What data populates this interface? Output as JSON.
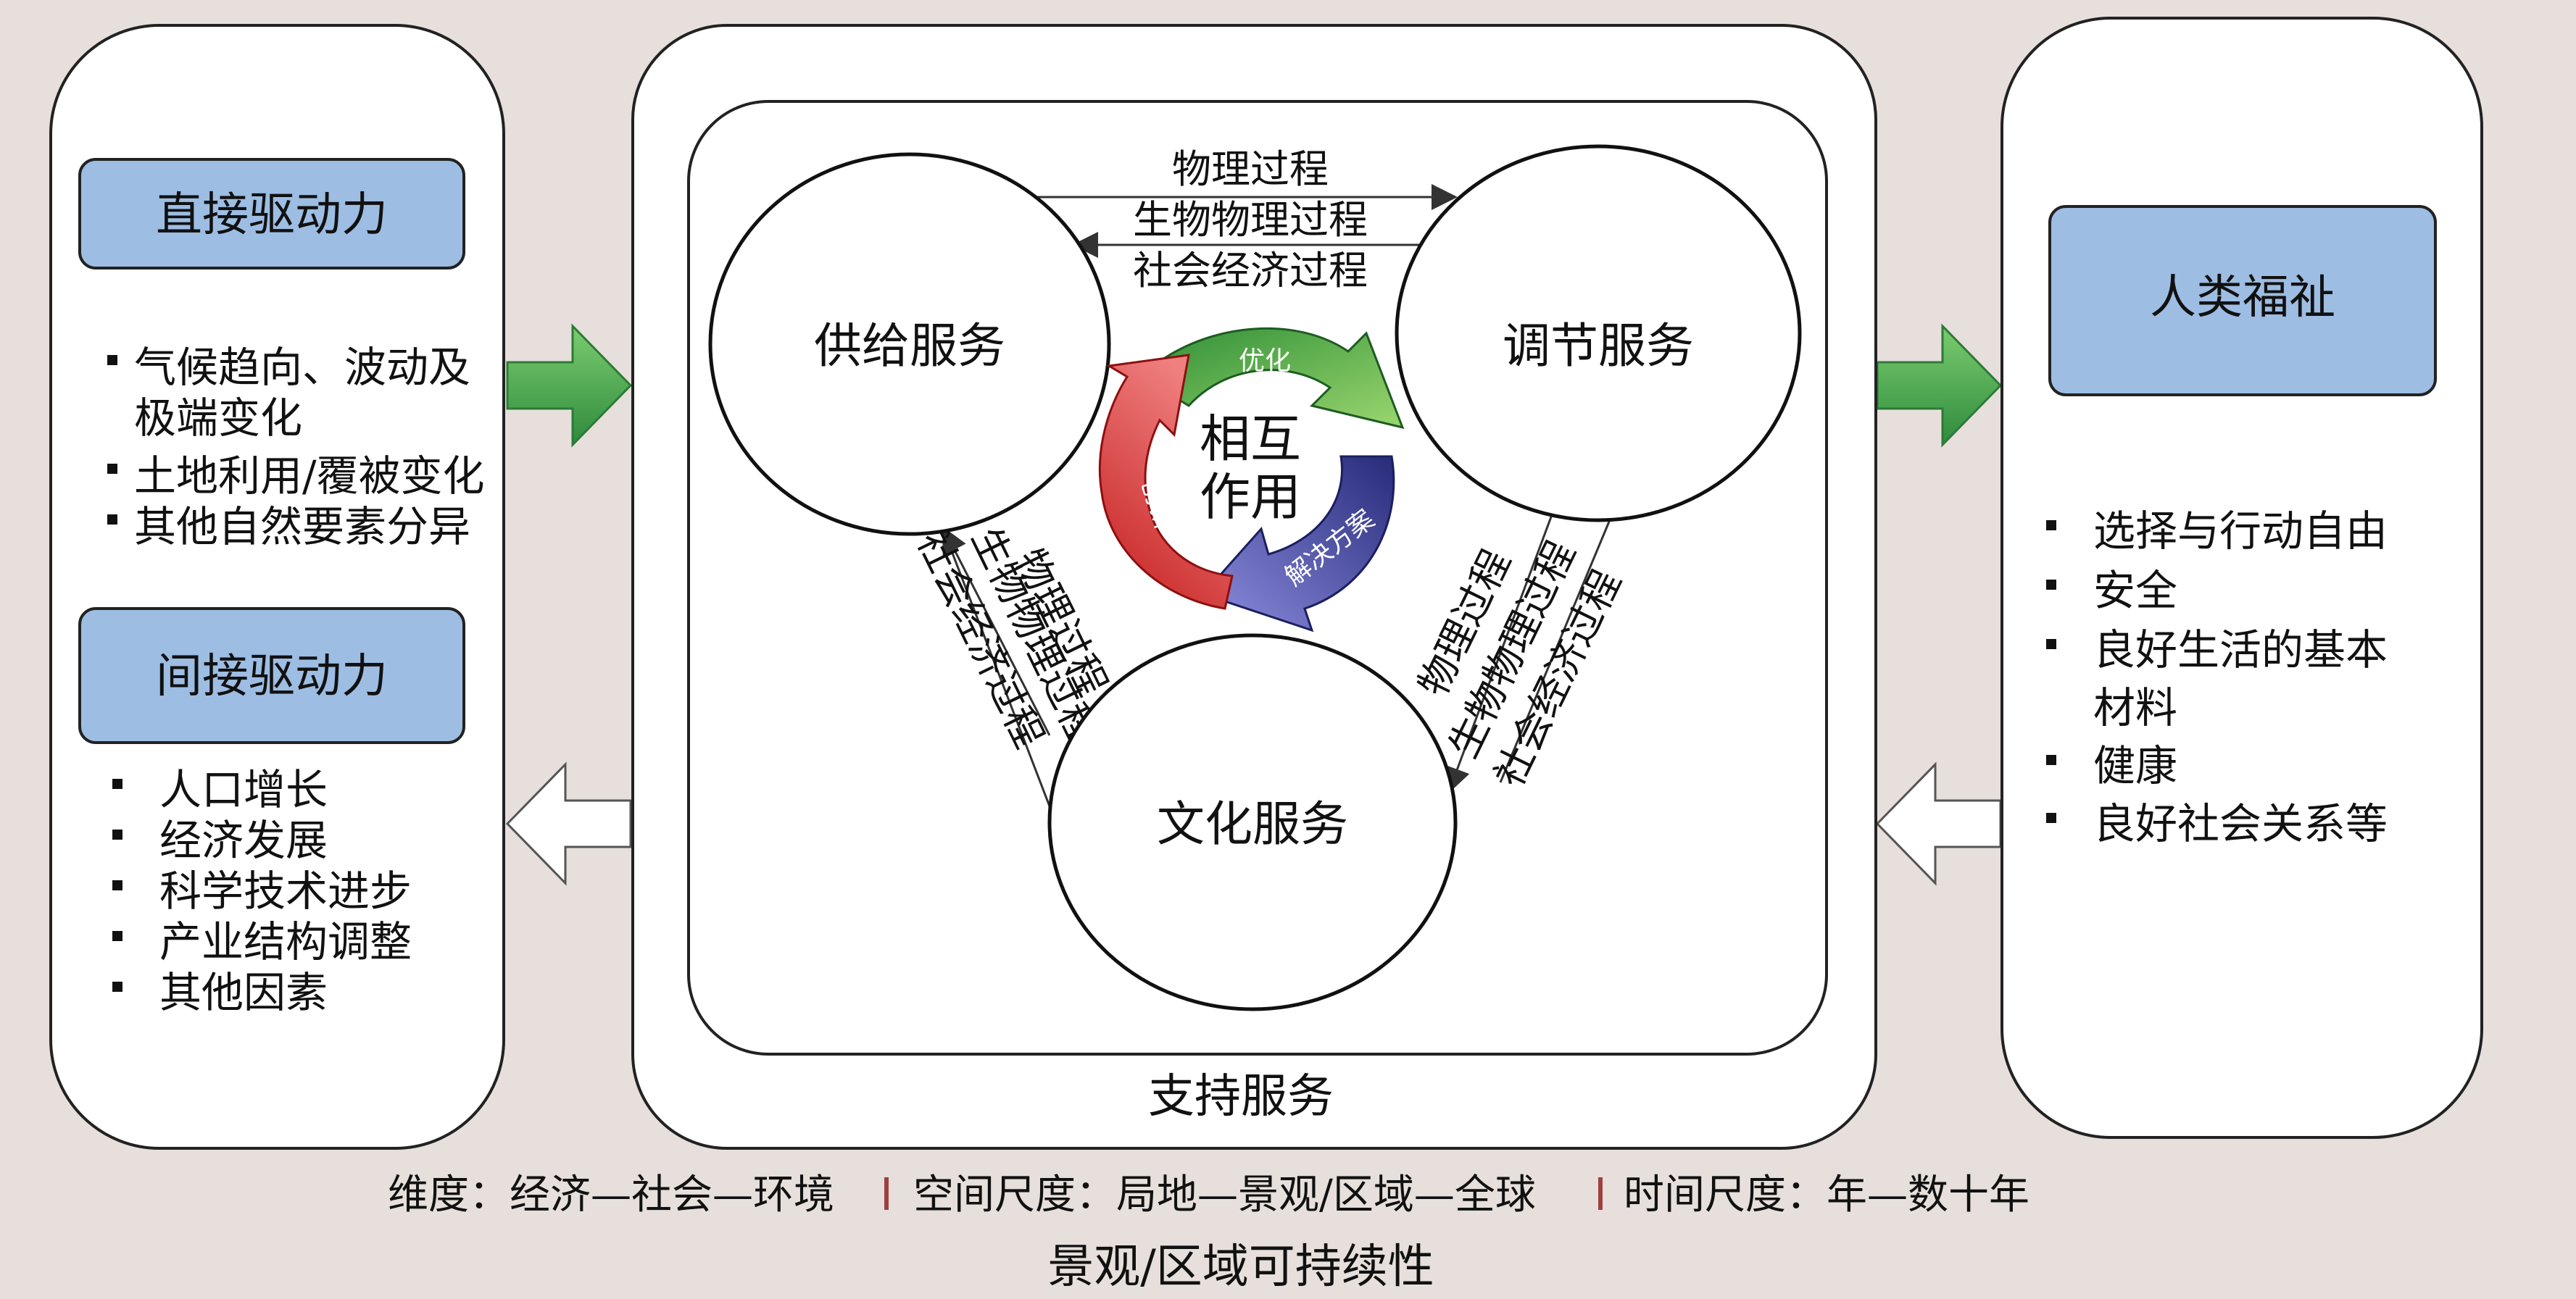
{
  "left_panel": {
    "direct_title": "直接驱动力",
    "direct_items": [
      "气候趋向、波动及",
      "极端变化",
      "土地利用/覆被变化",
      "其他自然要素分异"
    ],
    "indirect_title": "间接驱动力",
    "indirect_items": [
      "人口增长",
      "经济发展",
      "科学技术进步",
      "产业结构调整",
      "其他因素"
    ]
  },
  "center_panel": {
    "label_supply": "供给服务",
    "label_regulate": "调节服务",
    "label_culture": "文化服务",
    "label_support": "支持服务",
    "center_lines": [
      "相互",
      "作用"
    ],
    "cycle_optimize": "优化",
    "cycle_solution": "解决方案",
    "cycle_innovate": "创新",
    "process_top": [
      "物理过程",
      "生物物理过程",
      "社会经济过程"
    ],
    "process_left": [
      "物理过程",
      "生物物理过程",
      "社会经济过程"
    ],
    "process_right": [
      "物理过程",
      "生物物理过程",
      "社会经济过程"
    ]
  },
  "right_panel": {
    "title": "人类福祉",
    "items": [
      "选择与行动自由",
      "安全",
      "良好生活的基本",
      "材料",
      "健康",
      "良好社会关系等"
    ]
  },
  "footer": {
    "dimension_line": "维度：经济—社会—环境",
    "space_line": "空间尺度：局地—景观/区域—全球",
    "time_line": "时间尺度：年—数十年",
    "bottom_title": "景观/区域可持续性"
  },
  "colors": {
    "blue_box": "#9dbde3",
    "green_arrow": "#4caf50",
    "red_arrow": "#d62828",
    "navy_arrow": "#3a3f8f"
  }
}
